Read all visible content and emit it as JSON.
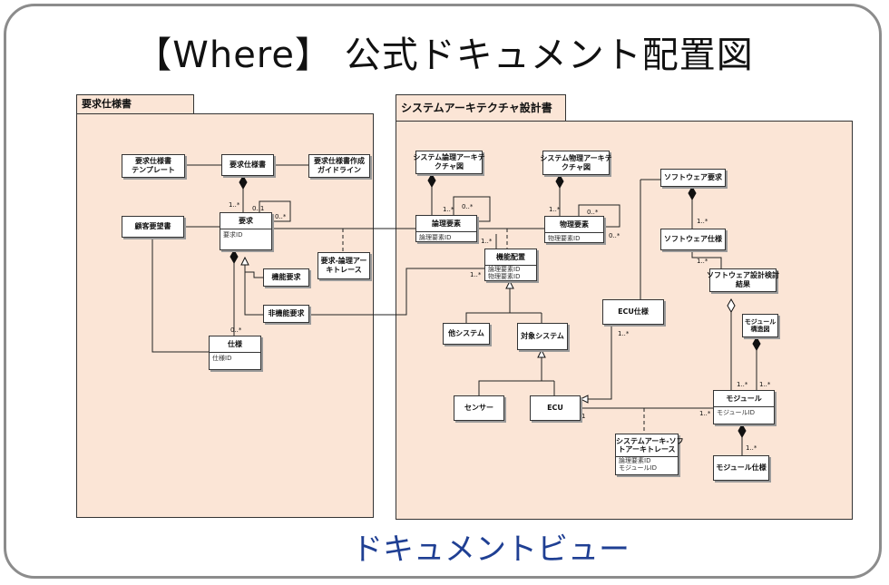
{
  "title": "【Where】 公式ドキュメント配置図",
  "caption": "ドキュメントビュー",
  "packages": {
    "requirements": "要求仕様書",
    "architecture": "システムアーキテクチャ設計書"
  },
  "classes": {
    "template": "要求仕様書\nテンプレート",
    "req_spec": "要求仕様書",
    "guideline": "要求仕様書作成\nガイドライン",
    "customer_req": "顧客要望書",
    "requirement": "要求",
    "requirement_attr": "要求ID",
    "trace": "要求-論理アー\nキトレース",
    "functional": "機能要求",
    "nonfunctional": "非機能要求",
    "spec": "仕様",
    "spec_attr": "仕様ID",
    "logical_arch_diagram": "システム論理アーキテ\nクチャ図",
    "physical_arch_diagram": "システム物理アーキテ\nクチャ図",
    "logical_elem": "論理要素",
    "logical_elem_attr": "論理要素ID",
    "physical_elem": "物理要素",
    "physical_elem_attr": "物理要素ID",
    "function_alloc": "機能配置",
    "function_alloc_attr1": "論理要素ID",
    "function_alloc_attr2": "物理要素ID",
    "other_system": "他システム",
    "target_system": "対象システム",
    "sensor": "センサー",
    "ecu": "ECU",
    "ecu_spec": "ECU仕様",
    "sw_req": "ソフトウェア要求",
    "sw_spec": "ソフトウェア仕様",
    "sw_design_result": "ソフトウェア設計検討\n結果",
    "module_struct": "モジュール構造図",
    "module": "モジュール",
    "module_attr": "モジュールID",
    "sys_sw_trace": "システムアーキ-ソフ\nトアーキトレース",
    "sys_sw_trace_attr1": "論理要素ID",
    "sys_sw_trace_attr2": "モジュールID",
    "module_spec": "モジュール仕様"
  },
  "multiplicities": {
    "m1": "1..*",
    "m2": "0..1",
    "m3": "0..*",
    "m4": "0..*",
    "m5": "1..*",
    "m6": "0..*",
    "m7": "1..*",
    "m8": "0..*",
    "m9": "0..*",
    "m10": "1..*",
    "m11": "1..*",
    "m12": "1..*",
    "m13": "1..*",
    "m14": "1..*",
    "m15": "1..*",
    "m16": "1",
    "m17": "1..*",
    "m18": "1..*",
    "m19": "1..*"
  }
}
